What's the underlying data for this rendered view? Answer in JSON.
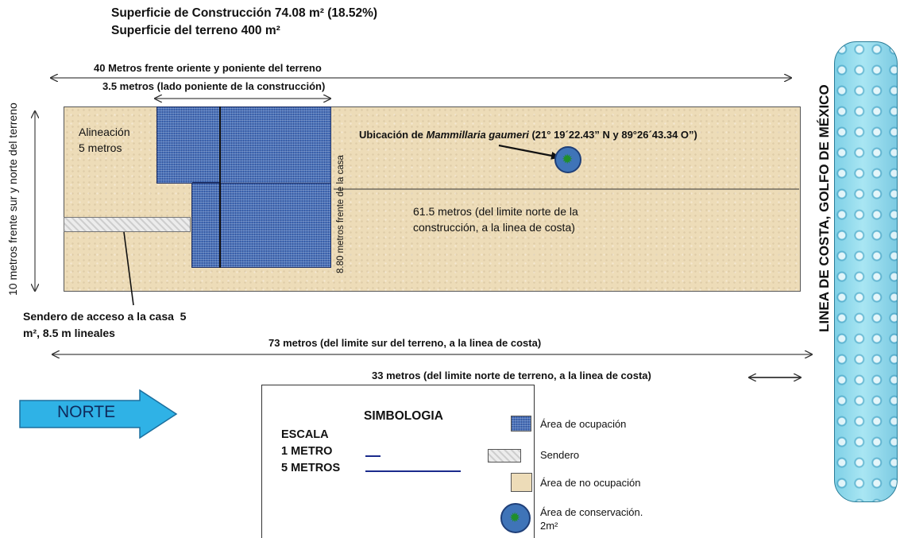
{
  "header": {
    "line1": "Superficie de  Construcción 74.08 m² (18.52%)",
    "line2": "Superficie del terreno 400 m²"
  },
  "dimensions": {
    "width_40": "40  Metros frente oriente y poniente del terreno",
    "construction_35": "3.5 metros (lado poniente de la construcción)",
    "alineacion": "Alineación\n5 metros",
    "house_880": "8.80 metros frente de la casa",
    "north_615": "61.5 metros (del limite norte de la\nconstrucción, a la linea de costa)",
    "side_10": "10 metros  frente sur y norte del  terreno",
    "sendero_note": "Sendero de acceso a la casa  5\nm², 8.5 m lineales",
    "south_73": "73 metros (del limite sur del terreno, a la linea de costa)",
    "north_33": "33 metros (del limite norte de terreno, a la linea de costa)"
  },
  "location": {
    "prefix": "Ubicación  de ",
    "species": "Mammillaria gaumeri",
    "coords": "  (21° 19´22.43” N y 89°26´43.34  O”)"
  },
  "coast_label": "LINEA DE COSTA, GOLFO  DE   MÉXICO",
  "north_arrow": "NORTE",
  "legend": {
    "title": "SIMBOLOGIA",
    "scale_title": "ESCALA",
    "scale_1": "1 METRO",
    "scale_5": "5 METROS",
    "items": [
      {
        "label": "Área de ocupación"
      },
      {
        "label": "Sendero"
      },
      {
        "label": "Área de no ocupación"
      },
      {
        "label": "Área de conservación.\n2m²"
      }
    ]
  },
  "colors": {
    "occupation": "#4a72b9",
    "non_occupation": "#eddcb8",
    "path": "#ececec",
    "conservation": "#3f74b8",
    "north_arrow": "#2fb2e6",
    "water": "#8fd9ec",
    "scale_line": "#1a2b8c"
  }
}
